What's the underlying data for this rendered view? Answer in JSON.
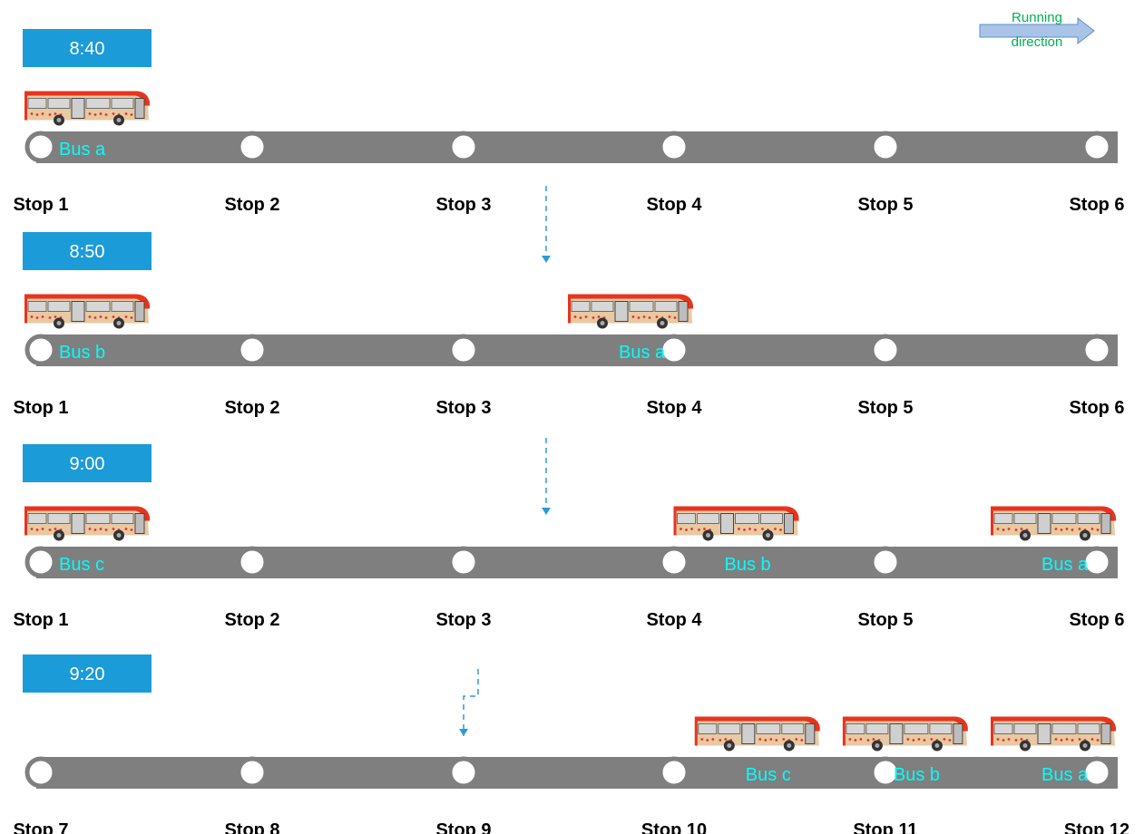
{
  "legend": {
    "label_line1": "Running",
    "label_line2": "direction",
    "arrow_color": "#a9c4e6",
    "text_color": "#00b050"
  },
  "colors": {
    "time_box": "#1b9bd7",
    "track": "#7f7f7f",
    "bus_label": "#00ffff",
    "bus_body": "#e8341c",
    "arrow": "#2e9bd6"
  },
  "panels": [
    {
      "time": "8:40",
      "stops": [
        "Stop 1",
        "Stop 2",
        "Stop 3",
        "Stop 4",
        "Stop 5",
        "Stop 6"
      ],
      "buses": [
        {
          "label": "Bus a",
          "at_stop": 1
        }
      ]
    },
    {
      "time": "8:50",
      "stops": [
        "Stop 1",
        "Stop 2",
        "Stop 3",
        "Stop 4",
        "Stop 5",
        "Stop 6"
      ],
      "buses": [
        {
          "label": "Bus b",
          "at_stop": 1
        },
        {
          "label": "Bus a",
          "at_stop": 4
        }
      ]
    },
    {
      "time": "9:00",
      "stops": [
        "Stop 1",
        "Stop 2",
        "Stop 3",
        "Stop 4",
        "Stop 5",
        "Stop 6"
      ],
      "buses": [
        {
          "label": "Bus c",
          "at_stop": 1
        },
        {
          "label": "Bus b",
          "at_stop": 4.5
        },
        {
          "label": "Bus a",
          "at_stop": 6
        }
      ]
    },
    {
      "time": "9:20",
      "stops": [
        "Stop 7",
        "Stop 8",
        "Stop 9",
        "Stop 10",
        "Stop 11",
        "Stop 12"
      ],
      "buses": [
        {
          "label": "Bus c",
          "at_stop": 10.6
        },
        {
          "label": "Bus b",
          "at_stop": 11.3
        },
        {
          "label": "Bus a",
          "at_stop": 12
        }
      ]
    }
  ]
}
